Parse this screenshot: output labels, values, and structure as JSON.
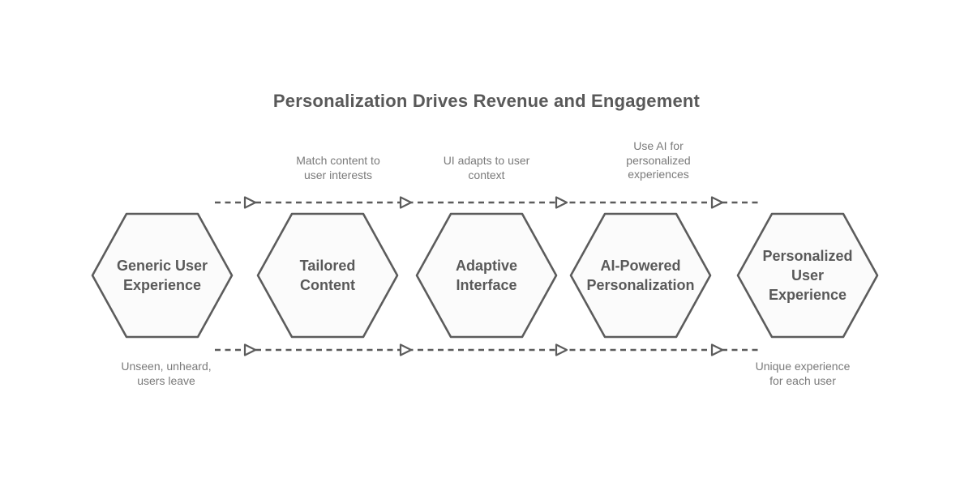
{
  "title": "Personalization Drives Revenue and Engagement",
  "diagram_type": "hexagon-process-flow",
  "colors": {
    "background": "#ffffff",
    "shape_stroke": "#5c5c5c",
    "shape_fill": "#fbfbfb",
    "title_text": "#595959",
    "node_text": "#595959",
    "annotation_text": "#7a7a7a"
  },
  "nodes": [
    {
      "id": "generic-user-experience",
      "label": "Generic User\nExperience"
    },
    {
      "id": "tailored-content",
      "label": "Tailored\nContent"
    },
    {
      "id": "adaptive-interface",
      "label": "Adaptive\nInterface"
    },
    {
      "id": "ai-powered-personalization",
      "label": "AI-Powered\nPersonalization"
    },
    {
      "id": "personalized-user-experience",
      "label": "Personalized\nUser\nExperience"
    }
  ],
  "annotations": {
    "top": [
      {
        "text": "Match content to\nuser interests"
      },
      {
        "text": "UI adapts to user\ncontext"
      },
      {
        "text": "Use AI for\npersonalized\nexperiences"
      }
    ],
    "bottom": [
      {
        "text": "Unseen, unheard,\nusers leave"
      },
      {
        "text": "Unique experience\nfor each user"
      }
    ]
  },
  "flow": {
    "style": "dashed",
    "direction": "left-to-right",
    "rails": [
      "top",
      "bottom"
    ]
  }
}
